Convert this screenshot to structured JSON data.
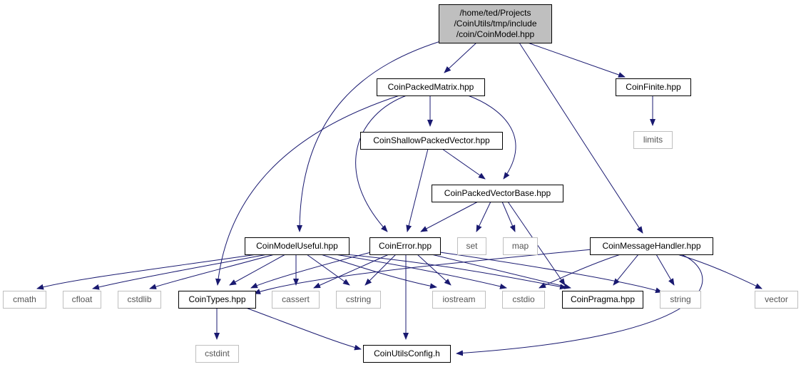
{
  "diagram": {
    "colors": {
      "edge": "#191970",
      "root_fill": "#bfbfbf",
      "root_stroke": "#000000",
      "header_stroke": "#000000",
      "system_stroke": "#bfbfbf",
      "system_text": "#555555",
      "background": "#ffffff"
    },
    "nodes": [
      {
        "id": "root",
        "kind": "root",
        "lines": [
          "/home/ted/Projects",
          "/CoinUtils/tmp/include",
          "/coin/CoinModel.hpp"
        ]
      },
      {
        "id": "packedmatrix",
        "kind": "header",
        "lines": [
          "CoinPackedMatrix.hpp"
        ]
      },
      {
        "id": "finite",
        "kind": "header",
        "lines": [
          "CoinFinite.hpp"
        ]
      },
      {
        "id": "limits",
        "kind": "system",
        "lines": [
          "limits"
        ]
      },
      {
        "id": "shallow",
        "kind": "header",
        "lines": [
          "CoinShallowPackedVector.hpp"
        ]
      },
      {
        "id": "vectorbase",
        "kind": "header",
        "lines": [
          "CoinPackedVectorBase.hpp"
        ]
      },
      {
        "id": "modeluseful",
        "kind": "header",
        "lines": [
          "CoinModelUseful.hpp"
        ]
      },
      {
        "id": "error",
        "kind": "header",
        "lines": [
          "CoinError.hpp"
        ]
      },
      {
        "id": "set",
        "kind": "system",
        "lines": [
          "set"
        ]
      },
      {
        "id": "map",
        "kind": "system",
        "lines": [
          "map"
        ]
      },
      {
        "id": "msghandler",
        "kind": "header",
        "lines": [
          "CoinMessageHandler.hpp"
        ]
      },
      {
        "id": "cmath",
        "kind": "system",
        "lines": [
          "cmath"
        ]
      },
      {
        "id": "cfloat",
        "kind": "system",
        "lines": [
          "cfloat"
        ]
      },
      {
        "id": "cstdlib",
        "kind": "system",
        "lines": [
          "cstdlib"
        ]
      },
      {
        "id": "types",
        "kind": "header",
        "lines": [
          "CoinTypes.hpp"
        ]
      },
      {
        "id": "cassert",
        "kind": "system",
        "lines": [
          "cassert"
        ]
      },
      {
        "id": "cstring",
        "kind": "system",
        "lines": [
          "cstring"
        ]
      },
      {
        "id": "iostream",
        "kind": "system",
        "lines": [
          "iostream"
        ]
      },
      {
        "id": "cstdio",
        "kind": "system",
        "lines": [
          "cstdio"
        ]
      },
      {
        "id": "pragma",
        "kind": "header",
        "lines": [
          "CoinPragma.hpp"
        ]
      },
      {
        "id": "string",
        "kind": "system",
        "lines": [
          "string"
        ]
      },
      {
        "id": "vector",
        "kind": "system",
        "lines": [
          "vector"
        ]
      },
      {
        "id": "cstdint",
        "kind": "system",
        "lines": [
          "cstdint"
        ]
      },
      {
        "id": "config",
        "kind": "header",
        "lines": [
          "CoinUtilsConfig.h"
        ]
      }
    ],
    "edges": [
      [
        "root",
        "packedmatrix"
      ],
      [
        "root",
        "finite"
      ],
      [
        "root",
        "modeluseful"
      ],
      [
        "root",
        "msghandler"
      ],
      [
        "finite",
        "limits"
      ],
      [
        "packedmatrix",
        "shallow"
      ],
      [
        "packedmatrix",
        "vectorbase"
      ],
      [
        "packedmatrix",
        "error"
      ],
      [
        "packedmatrix",
        "types"
      ],
      [
        "shallow",
        "vectorbase"
      ],
      [
        "shallow",
        "error"
      ],
      [
        "vectorbase",
        "error"
      ],
      [
        "vectorbase",
        "set"
      ],
      [
        "vectorbase",
        "map"
      ],
      [
        "vectorbase",
        "pragma"
      ],
      [
        "modeluseful",
        "cmath"
      ],
      [
        "modeluseful",
        "cfloat"
      ],
      [
        "modeluseful",
        "cstdlib"
      ],
      [
        "modeluseful",
        "types"
      ],
      [
        "modeluseful",
        "cassert"
      ],
      [
        "modeluseful",
        "cstring"
      ],
      [
        "modeluseful",
        "iostream"
      ],
      [
        "modeluseful",
        "cstdio"
      ],
      [
        "modeluseful",
        "pragma"
      ],
      [
        "error",
        "types"
      ],
      [
        "error",
        "cassert"
      ],
      [
        "error",
        "cstring"
      ],
      [
        "error",
        "iostream"
      ],
      [
        "error",
        "config"
      ],
      [
        "error",
        "pragma"
      ],
      [
        "error",
        "string"
      ],
      [
        "msghandler",
        "types"
      ],
      [
        "msghandler",
        "cstdio"
      ],
      [
        "msghandler",
        "pragma"
      ],
      [
        "msghandler",
        "string"
      ],
      [
        "msghandler",
        "vector"
      ],
      [
        "msghandler",
        "config"
      ],
      [
        "types",
        "cstdint"
      ],
      [
        "types",
        "config"
      ]
    ]
  }
}
